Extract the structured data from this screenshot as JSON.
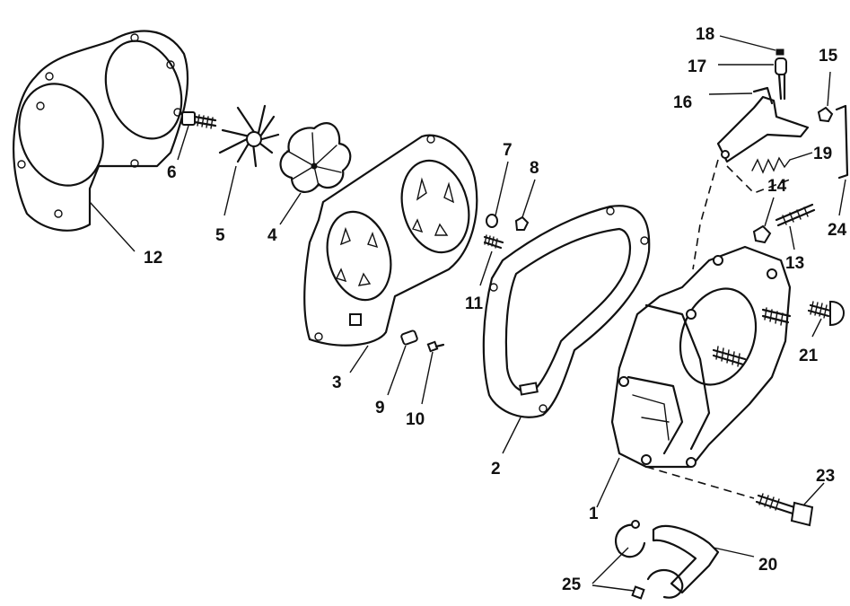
{
  "callouts": {
    "n1": "1",
    "n2": "2",
    "n3": "3",
    "n4": "4",
    "n5": "5",
    "n6": "6",
    "n7": "7",
    "n8": "8",
    "n9": "9",
    "n10": "10",
    "n11": "11",
    "n12": "12",
    "n13": "13",
    "n14": "14",
    "n15": "15",
    "n16": "16",
    "n17": "17",
    "n18": "18",
    "n19": "19",
    "n20": "20",
    "n21": "21",
    "n23": "23",
    "n24": "24",
    "n25": "25"
  }
}
